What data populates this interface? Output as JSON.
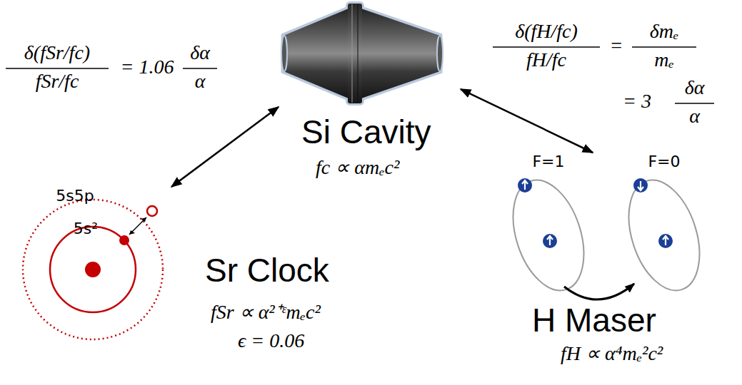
{
  "diagram": {
    "nodes": [
      {
        "text": [
          "Si Cavity",
          "fc ∝ αmₑc²"
        ]
      },
      {
        "text": [
          "Sr Clock",
          "fSr ∝ α²⁺ᵋmₑc²",
          "ϵ = 0.06"
        ]
      },
      {
        "text": [
          "H Maser",
          "fH ∝ α⁴mₑ²c²"
        ]
      }
    ],
    "edges": [
      {
        "from": 0,
        "to": 1,
        "arrow": "both"
      },
      {
        "from": 0,
        "to": 2,
        "arrow": "both"
      }
    ],
    "labels": [
      "δ(fSr/fc)",
      "fSr/fc",
      "= 1.06",
      "δα",
      "α",
      "δ(fH/fc)",
      "fH/fc",
      "=",
      "δmₑ",
      "mₑ",
      "= 3",
      "δα",
      "α",
      "5s5p",
      "5s²",
      "F=1",
      "F=0"
    ]
  }
}
